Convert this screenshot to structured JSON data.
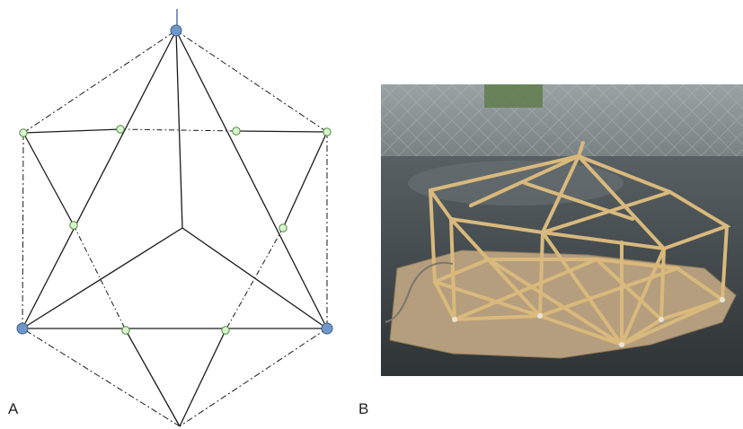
{
  "panels": {
    "a_label": "A",
    "b_label": "B"
  },
  "colors": {
    "line": "#1a1a1a",
    "node_primary_fill": "#6f97c9",
    "node_primary_stroke": "#3d5f8a",
    "node_secondary_fill": "#d9f5cf",
    "node_secondary_stroke": "#4f8a3b",
    "top_stem": "#3b5fa0",
    "photo_sky": "#8e9799",
    "photo_ground": "#3e4446",
    "cardboard": "#b59e7d",
    "sticks": "#d9b97c"
  },
  "photo": {
    "subject": "bamboo-stick-dome-model"
  }
}
